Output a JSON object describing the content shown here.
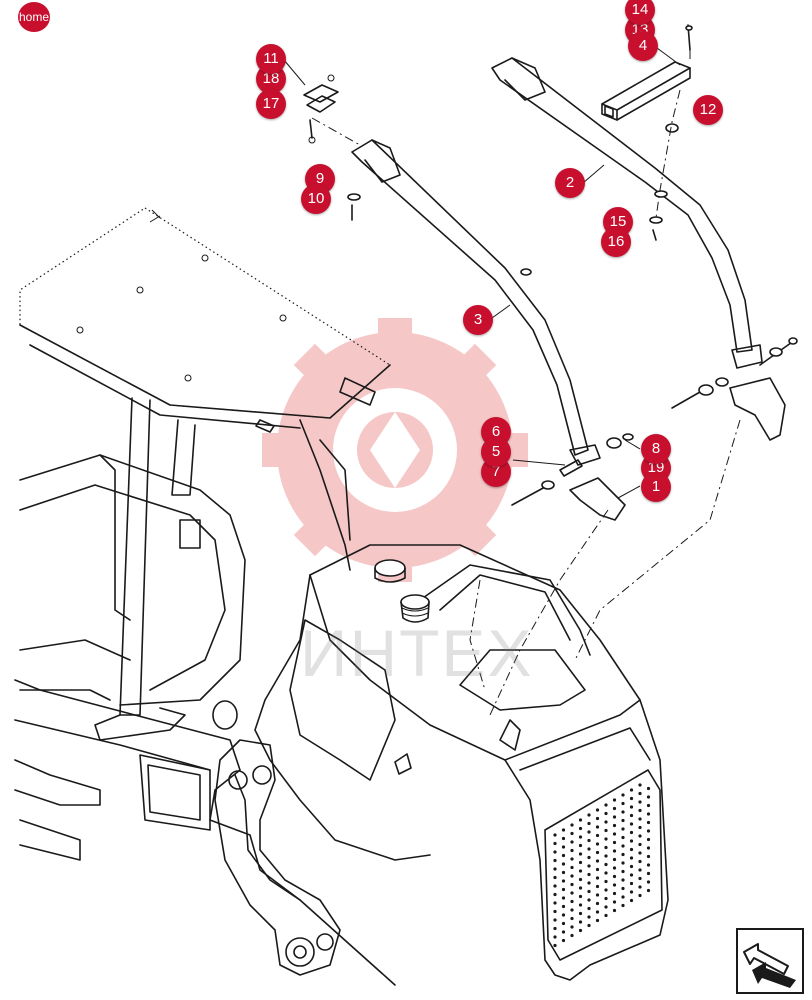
{
  "nav": {
    "home_label": "home",
    "next_icon": "next-page-arrow-icon"
  },
  "watermark": {
    "text": "ИНТЕХ",
    "color": "#e23a3a"
  },
  "colors": {
    "callout": "#c8102e",
    "line": "#1a1a1a",
    "background": "#ffffff"
  },
  "callouts": [
    {
      "id": "c14",
      "label": "14"
    },
    {
      "id": "c13",
      "label": "13"
    },
    {
      "id": "c4",
      "label": "4"
    },
    {
      "id": "c12",
      "label": "12"
    },
    {
      "id": "c11",
      "label": "11"
    },
    {
      "id": "c18",
      "label": "18"
    },
    {
      "id": "c17",
      "label": "17"
    },
    {
      "id": "c2",
      "label": "2"
    },
    {
      "id": "c9",
      "label": "9"
    },
    {
      "id": "c10",
      "label": "10"
    },
    {
      "id": "c15",
      "label": "15"
    },
    {
      "id": "c16",
      "label": "16"
    },
    {
      "id": "c3",
      "label": "3"
    },
    {
      "id": "c6",
      "label": "6"
    },
    {
      "id": "c5",
      "label": "5"
    },
    {
      "id": "c7",
      "label": "7"
    },
    {
      "id": "c8",
      "label": "8"
    },
    {
      "id": "c19",
      "label": "19"
    },
    {
      "id": "c1",
      "label": "1"
    }
  ]
}
